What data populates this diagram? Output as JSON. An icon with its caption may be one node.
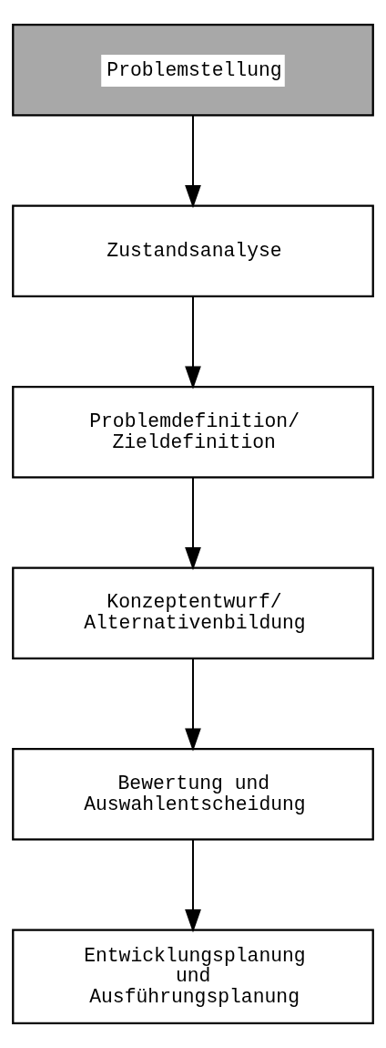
{
  "diagram": {
    "nodes": [
      {
        "text": [
          "Problemstellung"
        ]
      },
      {
        "text": [
          "Zustandsanalyse"
        ]
      },
      {
        "text": [
          "Problemdefinition/ Zieldefinition"
        ]
      },
      {
        "text": [
          "Konzeptentwurf/ Alternativenbildung"
        ]
      },
      {
        "text": [
          "Bewertung und Auswahlentscheidung"
        ]
      },
      {
        "text": [
          "Entwicklungsplanung und Ausführungsplanung"
        ]
      }
    ],
    "edges": [
      {
        "from": 0,
        "to": 1,
        "arrow": "to"
      },
      {
        "from": 1,
        "to": 2,
        "arrow": "to"
      },
      {
        "from": 2,
        "to": 3,
        "arrow": "to"
      },
      {
        "from": 3,
        "to": 4,
        "arrow": "to"
      },
      {
        "from": 4,
        "to": 5,
        "arrow": "to"
      }
    ]
  }
}
